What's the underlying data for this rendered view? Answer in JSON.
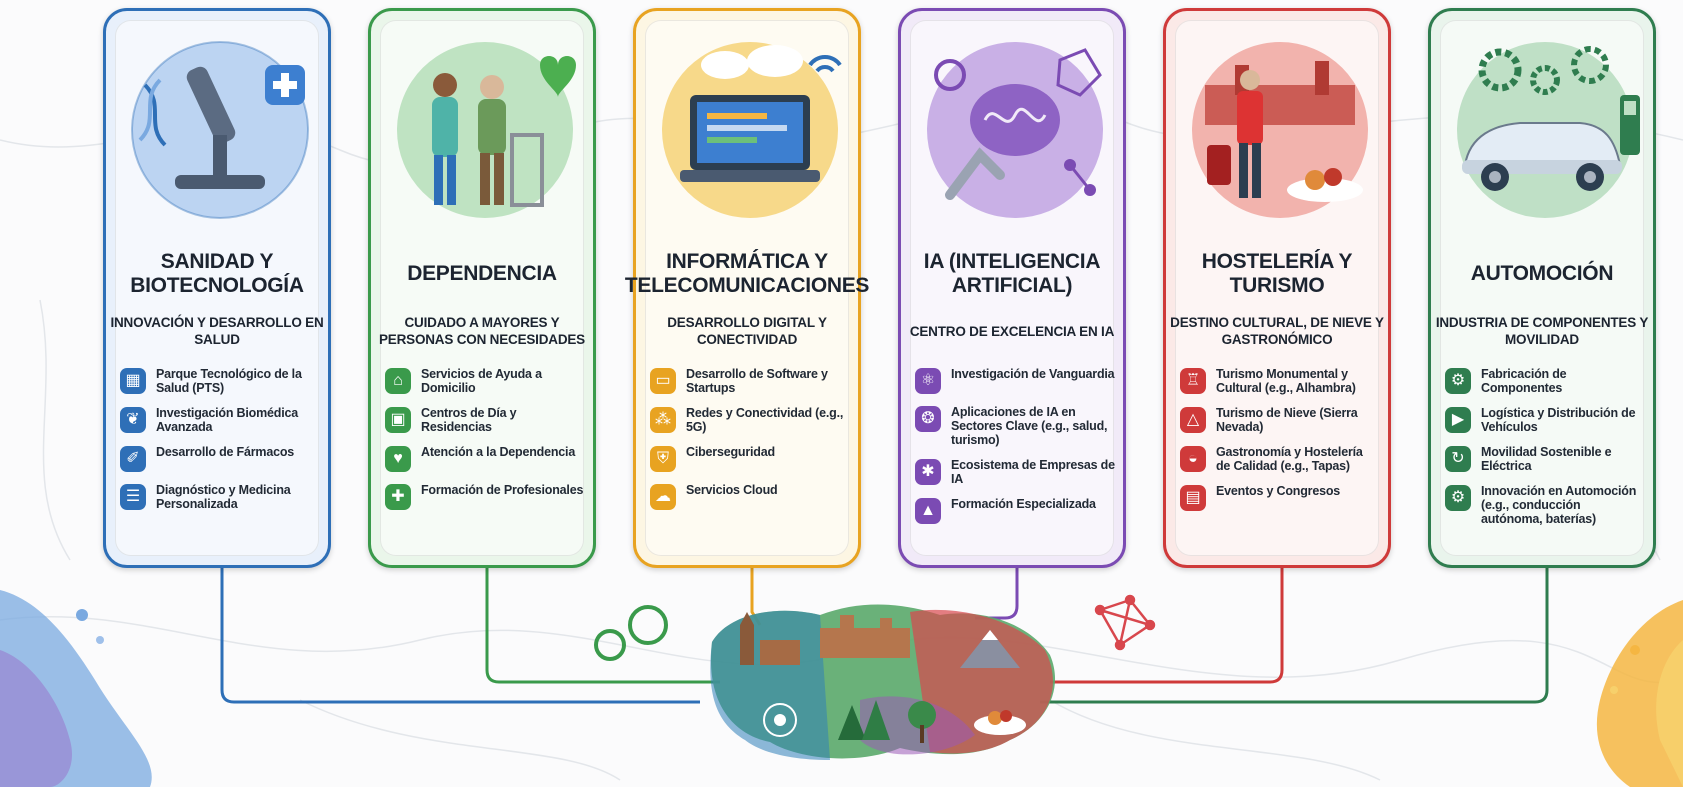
{
  "sectors": [
    {
      "title": "SANIDAD Y BIOTECNOLOGÍA",
      "subtitle": "INNOVACIÓN Y DESARROLLO EN SALUD",
      "color": "#2e6fb7",
      "bg": "#e8f0fb",
      "items": [
        {
          "icon": "building-icon",
          "label": "Parque Tecnológico de la Salud (PTS)"
        },
        {
          "icon": "dna-icon",
          "label": "Investigación Biomédica Avanzada"
        },
        {
          "icon": "test-tube-icon",
          "label": "Desarrollo de Fármacos"
        },
        {
          "icon": "clipboard-icon",
          "label": "Diagnóstico y Medicina Personalizada"
        }
      ]
    },
    {
      "title": "DEPENDENCIA",
      "subtitle": "CUIDADO A MAYORES Y PERSONAS CON NECESIDADES",
      "color": "#3a9a4b",
      "bg": "#eaf6ea",
      "items": [
        {
          "icon": "house-icon",
          "label": "Servicios de Ayuda a Domicilio"
        },
        {
          "icon": "residence-icon",
          "label": "Centros de Día y Residencias"
        },
        {
          "icon": "heart-hands-icon",
          "label": "Atención a la Dependencia"
        },
        {
          "icon": "nurse-icon",
          "label": "Formación de Profesionales"
        }
      ]
    },
    {
      "title": "INFORMÁTICA Y TELECOMUNICACIONES",
      "subtitle": "DESARROLLO DIGITAL Y CONECTIVIDAD",
      "color": "#e8a321",
      "bg": "#fdf6e3",
      "items": [
        {
          "icon": "laptop-icon",
          "label": "Desarrollo de Software y Startups"
        },
        {
          "icon": "antenna-icon",
          "label": "Redes y Conectividad (e.g., 5G)"
        },
        {
          "icon": "shield-lock-icon",
          "label": "Ciberseguridad"
        },
        {
          "icon": "cloud-icon",
          "label": "Servicios Cloud"
        }
      ]
    },
    {
      "title": "IA (INTELIGENCIA ARTIFICIAL)",
      "subtitle": "CENTRO DE EXCELENCIA EN IA",
      "color": "#7b4bb3",
      "bg": "#f1eaf8",
      "items": [
        {
          "icon": "atom-icon",
          "label": "Investigación de Vanguardia"
        },
        {
          "icon": "brain-head-icon",
          "label": "Aplicaciones de IA en Sectores Clave (e.g., salud, turismo)"
        },
        {
          "icon": "network-icon",
          "label": "Ecosistema de Empresas de IA"
        },
        {
          "icon": "graduation-cap-icon",
          "label": "Formación Especializada"
        }
      ]
    },
    {
      "title": "HOSTELERÍA Y TURISMO",
      "subtitle": "DESTINO CULTURAL, DE NIEVE Y GASTRONÓMICO",
      "color": "#cf3a3a",
      "bg": "#fbe9e7",
      "items": [
        {
          "icon": "monument-icon",
          "label": "Turismo Monumental y Cultural (e.g., Alhambra)"
        },
        {
          "icon": "mountain-icon",
          "label": "Turismo de Nieve (Sierra Nevada)"
        },
        {
          "icon": "dish-icon",
          "label": "Gastronomía y Hostelería de Calidad (e.g., Tapas)"
        },
        {
          "icon": "calendar-icon",
          "label": "Eventos y Congresos"
        }
      ]
    },
    {
      "title": "AUTOMOCIÓN",
      "subtitle": "INDUSTRIA DE COMPONENTES Y MOVILIDAD",
      "color": "#2f7d4f",
      "bg": "#e9f4ec",
      "items": [
        {
          "icon": "gear-icon",
          "label": "Fabricación de Componentes"
        },
        {
          "icon": "truck-icon",
          "label": "Logística y Distribución de Vehículos"
        },
        {
          "icon": "eco-charge-icon",
          "label": "Movilidad Sostenible e Eléctrica"
        },
        {
          "icon": "gear-innovation-icon",
          "label": "Innovación en Automoción (e.g., conducción autónoma, baterías)"
        }
      ]
    }
  ]
}
